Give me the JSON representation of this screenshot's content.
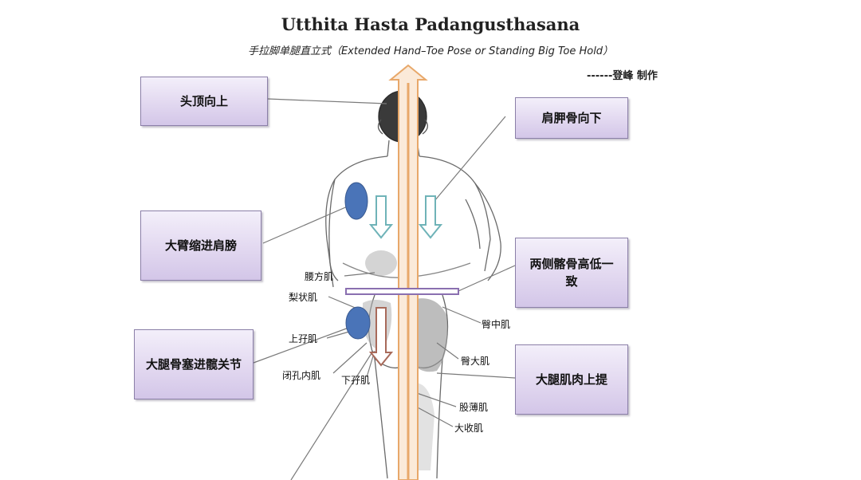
{
  "title": "Utthita Hasta Padangusthasana",
  "subtitle": "手拉脚单腿直立式（Extended Hand–Toe Pose or Standing Big Toe Hold）",
  "author": "------登峰 制作",
  "boxes": {
    "head_up": "头顶向上",
    "scapula_down": "肩胛骨向下",
    "arm_into_shoulder": "大臂缩进肩膀",
    "hips_level": "两侧髂骨高低一致",
    "thigh_into_hip": "大腿骨塞进髋关节",
    "thigh_lift": "大腿肌肉上提"
  },
  "muscles": {
    "quadratus_lumborum": "腰方肌",
    "piriformis": "梨状肌",
    "superior_gemellus": "上孖肌",
    "obturator_internus": "闭孔内肌",
    "inferior_gemellus": "下孖肌",
    "gluteus_medius": "臀中肌",
    "gluteus_maximus": "臀大肌",
    "gracilis": "股薄肌",
    "adductor_magnus": "大收肌"
  },
  "colors": {
    "box_fill": "#e2d8f0",
    "box_border": "#8b7fa8",
    "axis_arrow": "#e8a86a",
    "down_arrow": "#6fb3b8",
    "hip_arrow": "#a86a5a",
    "ellipse": "#4a74b8",
    "hip_bar": "#8a6fb0"
  }
}
